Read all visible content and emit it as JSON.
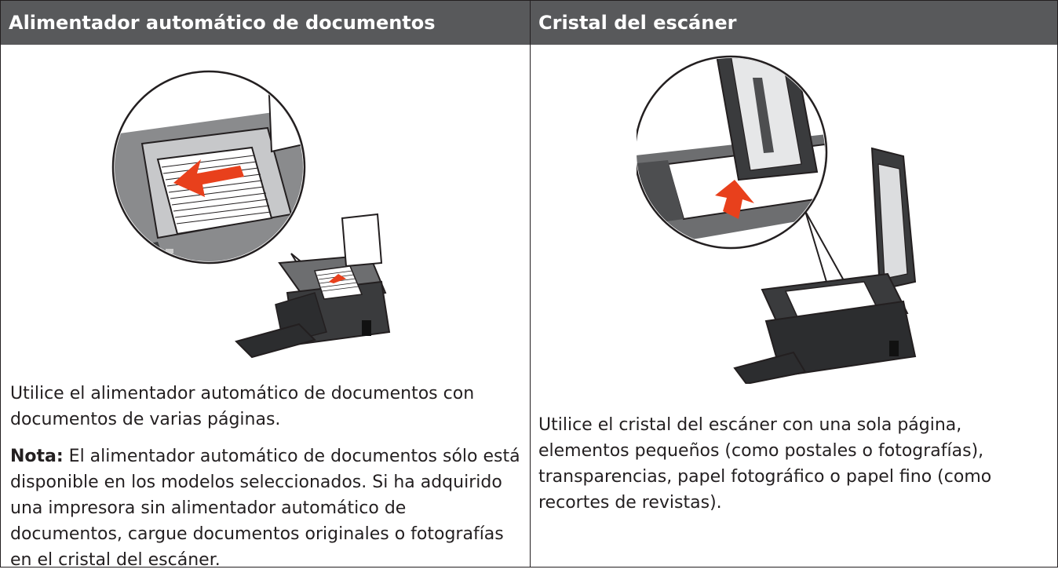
{
  "table": {
    "columns": [
      {
        "header": "Alimentador automático de documentos",
        "figure_icon": "printer-adf-icon",
        "text": "Utilice el alimentador automático de documentos con documentos de varias páginas.",
        "note_label": "Nota:",
        "note_text": " El alimentador automático de documentos sólo está disponible en los modelos seleccionados. Si ha adquirido una impresora sin alimentador automático de documentos, cargue documentos originales o fotografías en el cristal del escáner."
      },
      {
        "header": "Cristal del escáner",
        "figure_icon": "printer-scanner-glass-icon",
        "text": "Utilice el cristal del escáner con una sola página, elementos pequeños (como postales o fotografías), transparencias, papel fotográfico o papel fino (como recortes de revistas)."
      }
    ]
  },
  "colors": {
    "header_bg": "#58595b",
    "arrow": "#e8401c",
    "printer_body": "#3a3b3d",
    "border": "#231f20"
  }
}
